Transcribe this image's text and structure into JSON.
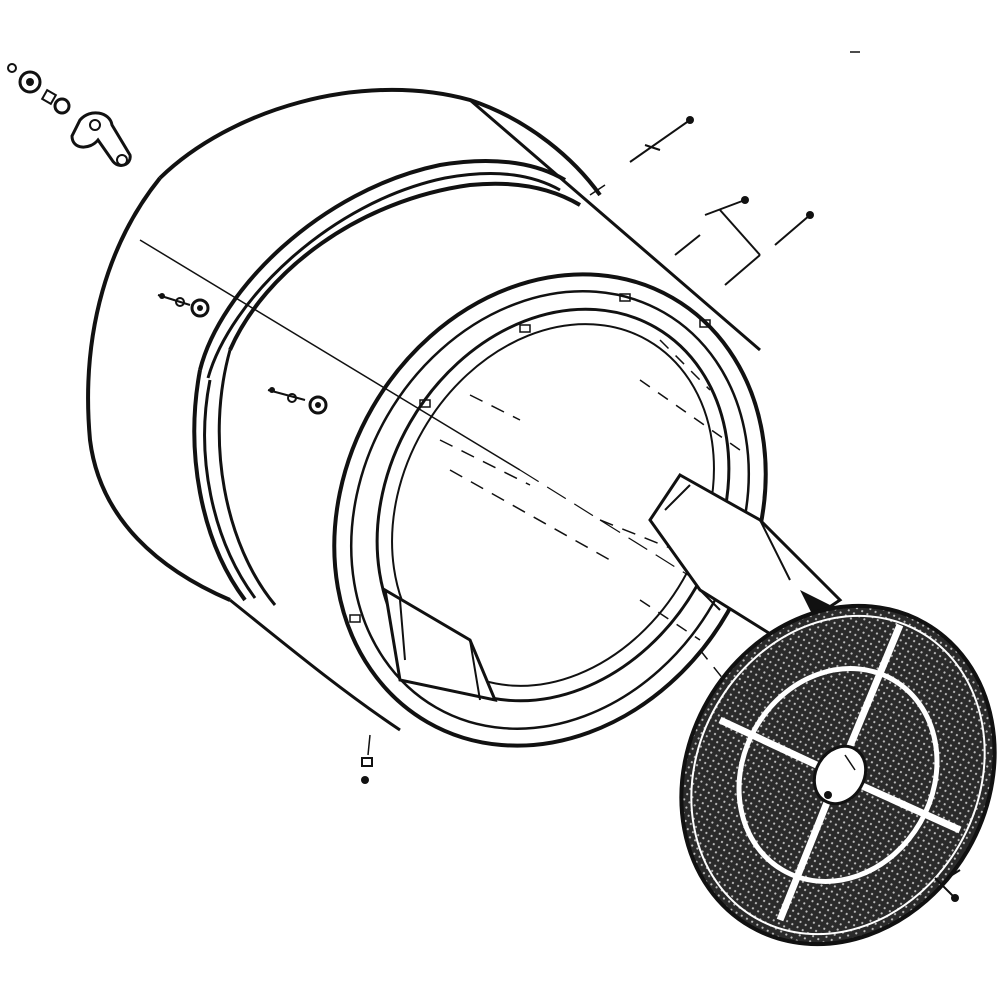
{
  "diagram": {
    "kind": "exploded-parts-drawing",
    "colors": {
      "ink": "#111111",
      "paper": "#ffffff",
      "screen": "#2a2a2a"
    },
    "parts": [
      {
        "name": "drum-shell"
      },
      {
        "name": "drum-ribs"
      },
      {
        "name": "front-ring"
      },
      {
        "name": "baffle-left"
      },
      {
        "name": "baffle-right"
      },
      {
        "name": "rear-screen"
      },
      {
        "name": "axle-fitting"
      },
      {
        "name": "top-screws"
      },
      {
        "name": "side-bolts"
      },
      {
        "name": "bottom-screw"
      }
    ]
  }
}
